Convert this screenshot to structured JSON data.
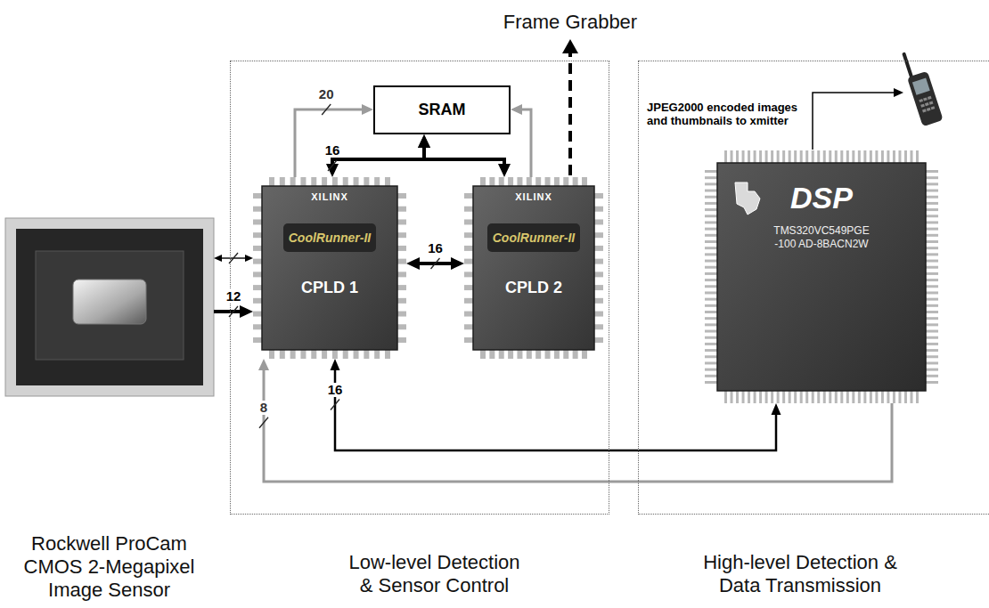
{
  "diagram": {
    "nodes": [
      {
        "text": [
          "Rockwell ProCam CMOS 2-Megapixel Image Sensor"
        ]
      },
      {
        "text": [
          "Low-level Detection & Sensor Control"
        ]
      },
      {
        "text": [
          "SRAM"
        ],
        "in": 1
      },
      {
        "text": [
          "XILINX",
          "CoolRunner-II",
          "CPLD 1"
        ],
        "in": 1
      },
      {
        "text": [
          "XILINX",
          "CoolRunner-II",
          "CPLD 2"
        ],
        "in": 1
      },
      {
        "text": [
          "High-level Detection & Data Transmission"
        ]
      },
      {
        "text": [
          "DSP",
          "TMS320VC549PGE -100 AD-8BACN2W"
        ],
        "in": 5
      }
    ],
    "edges": [
      {
        "from": 0,
        "to": 3,
        "arrow": "both"
      },
      {
        "from": 0,
        "to": 3,
        "label": "12",
        "arrow": "to"
      },
      {
        "from": 3,
        "to": 2,
        "label": "20",
        "arrow": "to"
      },
      {
        "from": 4,
        "to": 2,
        "arrow": "to"
      },
      {
        "from": 2,
        "to": 3,
        "label": "16",
        "arrow": "both"
      },
      {
        "from": 2,
        "to": 4,
        "arrow": "both"
      },
      {
        "from": 3,
        "to": 4,
        "label": "16",
        "arrow": "both"
      },
      {
        "from": 6,
        "to": 3,
        "label": "16",
        "arrow": "both"
      },
      {
        "from": 6,
        "to": 3,
        "label": "8",
        "arrow": "to"
      }
    ],
    "labels": [
      "Frame Grabber",
      "JPEG2000 encoded images and thumbnails to xmitter"
    ]
  }
}
